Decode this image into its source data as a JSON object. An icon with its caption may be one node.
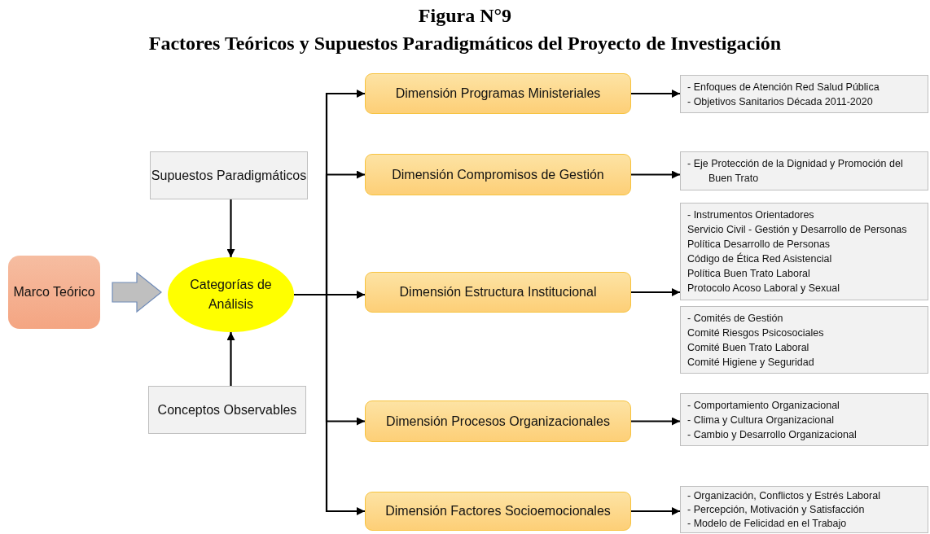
{
  "diagram": {
    "title": "Figura N°9",
    "caption": "Factores Teóricos y Supuestos Paradigmáticos del Proyecto de Investigación",
    "nodes": [
      {
        "text": [
          "Marco Teórico"
        ]
      },
      {
        "text": [
          "Supuestos Paradigmáticos"
        ]
      },
      {
        "text": [
          "Categorías de Análisis"
        ]
      },
      {
        "text": [
          "Conceptos Observables"
        ]
      },
      {
        "text": [
          "Dimensión Programas Ministeriales"
        ]
      },
      {
        "text": [
          "- Enfoques de Atención Red Salud Pública",
          "- Objetivos Sanitarios Década 2011-2020"
        ]
      },
      {
        "text": [
          "Dimensión Compromisos de Gestión"
        ]
      },
      {
        "text": [
          "- Eje Protección de la Dignidad y Promoción del Buen Trato"
        ]
      },
      {
        "text": [
          "Dimensión Estructura Institucional"
        ]
      },
      {
        "text": [
          "- Instrumentos Orientadores",
          "Servicio Civil - Gestión y Desarrollo de Personas",
          "Política Desarrollo de Personas",
          "Código de Ética Red Asistencial",
          "Política Buen Trato Laboral",
          "Protocolo Acoso Laboral y Sexual"
        ]
      },
      {
        "text": [
          "- Comités de Gestión",
          "Comité Riesgos Psicosociales",
          "Comité Buen Trato Laboral",
          "Comité Higiene y Seguridad"
        ]
      },
      {
        "text": [
          "Dimensión Procesos Organizacionales"
        ]
      },
      {
        "text": [
          "- Comportamiento Organizacional",
          "- Clima y Cultura Organizacional",
          "- Cambio y Desarrollo Organizacional"
        ]
      },
      {
        "text": [
          "Dimensión Factores Socioemocionales"
        ]
      },
      {
        "text": [
          "- Organización, Conflictos y Estrés Laboral",
          "- Percepción, Motivación y Satisfacción",
          "- Modelo de Felicidad en el Trabajo"
        ]
      }
    ],
    "edges": [
      {
        "from": 0,
        "to": 2,
        "arrow": "to",
        "style": "thick",
        "color": "#bfbfbf"
      },
      {
        "from": 1,
        "to": 2,
        "arrow": "to"
      },
      {
        "from": 3,
        "to": 2,
        "arrow": "to"
      },
      {
        "from": 2,
        "to": 4,
        "arrow": "to"
      },
      {
        "from": 2,
        "to": 6,
        "arrow": "to"
      },
      {
        "from": 2,
        "to": 8,
        "arrow": "to"
      },
      {
        "from": 2,
        "to": 11,
        "arrow": "to"
      },
      {
        "from": 2,
        "to": 13,
        "arrow": "to"
      },
      {
        "from": 4,
        "to": 5,
        "arrow": "to"
      },
      {
        "from": 6,
        "to": 7,
        "arrow": "to"
      },
      {
        "from": 8,
        "to": 9,
        "arrow": "to"
      },
      {
        "from": 11,
        "to": 12,
        "arrow": "to"
      },
      {
        "from": 13,
        "to": 14,
        "arrow": "to"
      }
    ]
  }
}
